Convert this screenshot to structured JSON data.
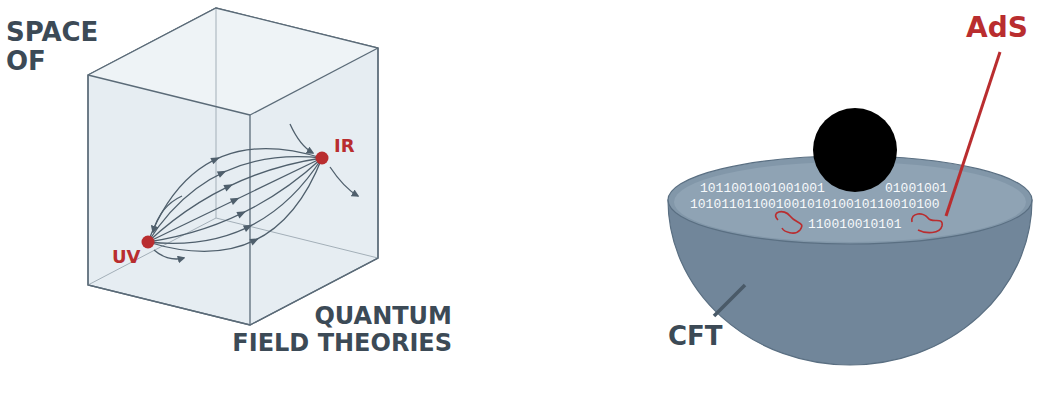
{
  "diagram": {
    "labels": [
      "SPACE OF",
      "UV",
      "IR",
      "QUANTUM FIELD THEORIES",
      "AdS",
      "CFT",
      "1011001001001001",
      "01001001",
      "10101101100100101010010110010100",
      "110010010101"
    ]
  }
}
